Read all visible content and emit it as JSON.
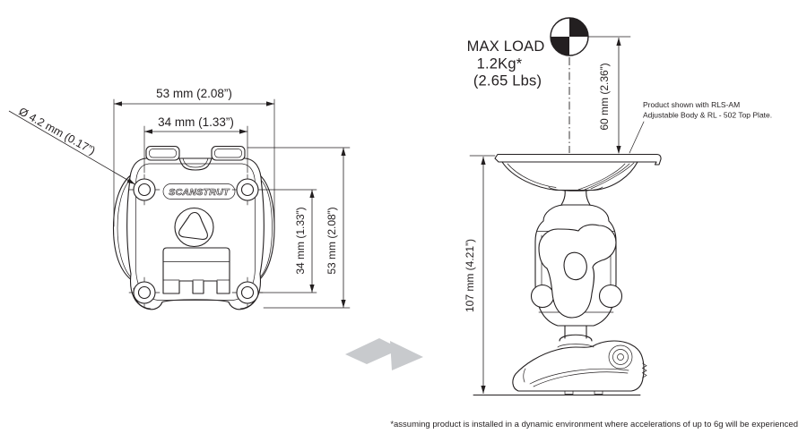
{
  "front_view": {
    "logo": "SCANSTRUT",
    "dim_width_overall": "53 mm (2.08”)",
    "dim_width_holes": "34 mm (1.33”)",
    "dim_hole_diameter": "Ø 4.2 mm (0.17”)",
    "dim_height_holes": "34 mm (1.33”)",
    "dim_height_overall": "53 mm (2.08”)"
  },
  "side_view": {
    "max_load_title": "MAX LOAD",
    "max_load_value": "1.2Kg*",
    "max_load_alt": "(2.65 Lbs)",
    "dim_cog_height": "60 mm (2.36”)",
    "dim_height_overall": "107 mm (4.21”)",
    "note_line1": "Product shown with RLS-AM",
    "note_line2": "Adjustable Body & RL - 502 Top Plate."
  },
  "footnote": "*assuming product is installed in a dynamic environment where accelerations of up to 6g will be experienced",
  "colors": {
    "line": "#231f20",
    "arrow_gray": "#c8cacd",
    "background": "#ffffff"
  }
}
